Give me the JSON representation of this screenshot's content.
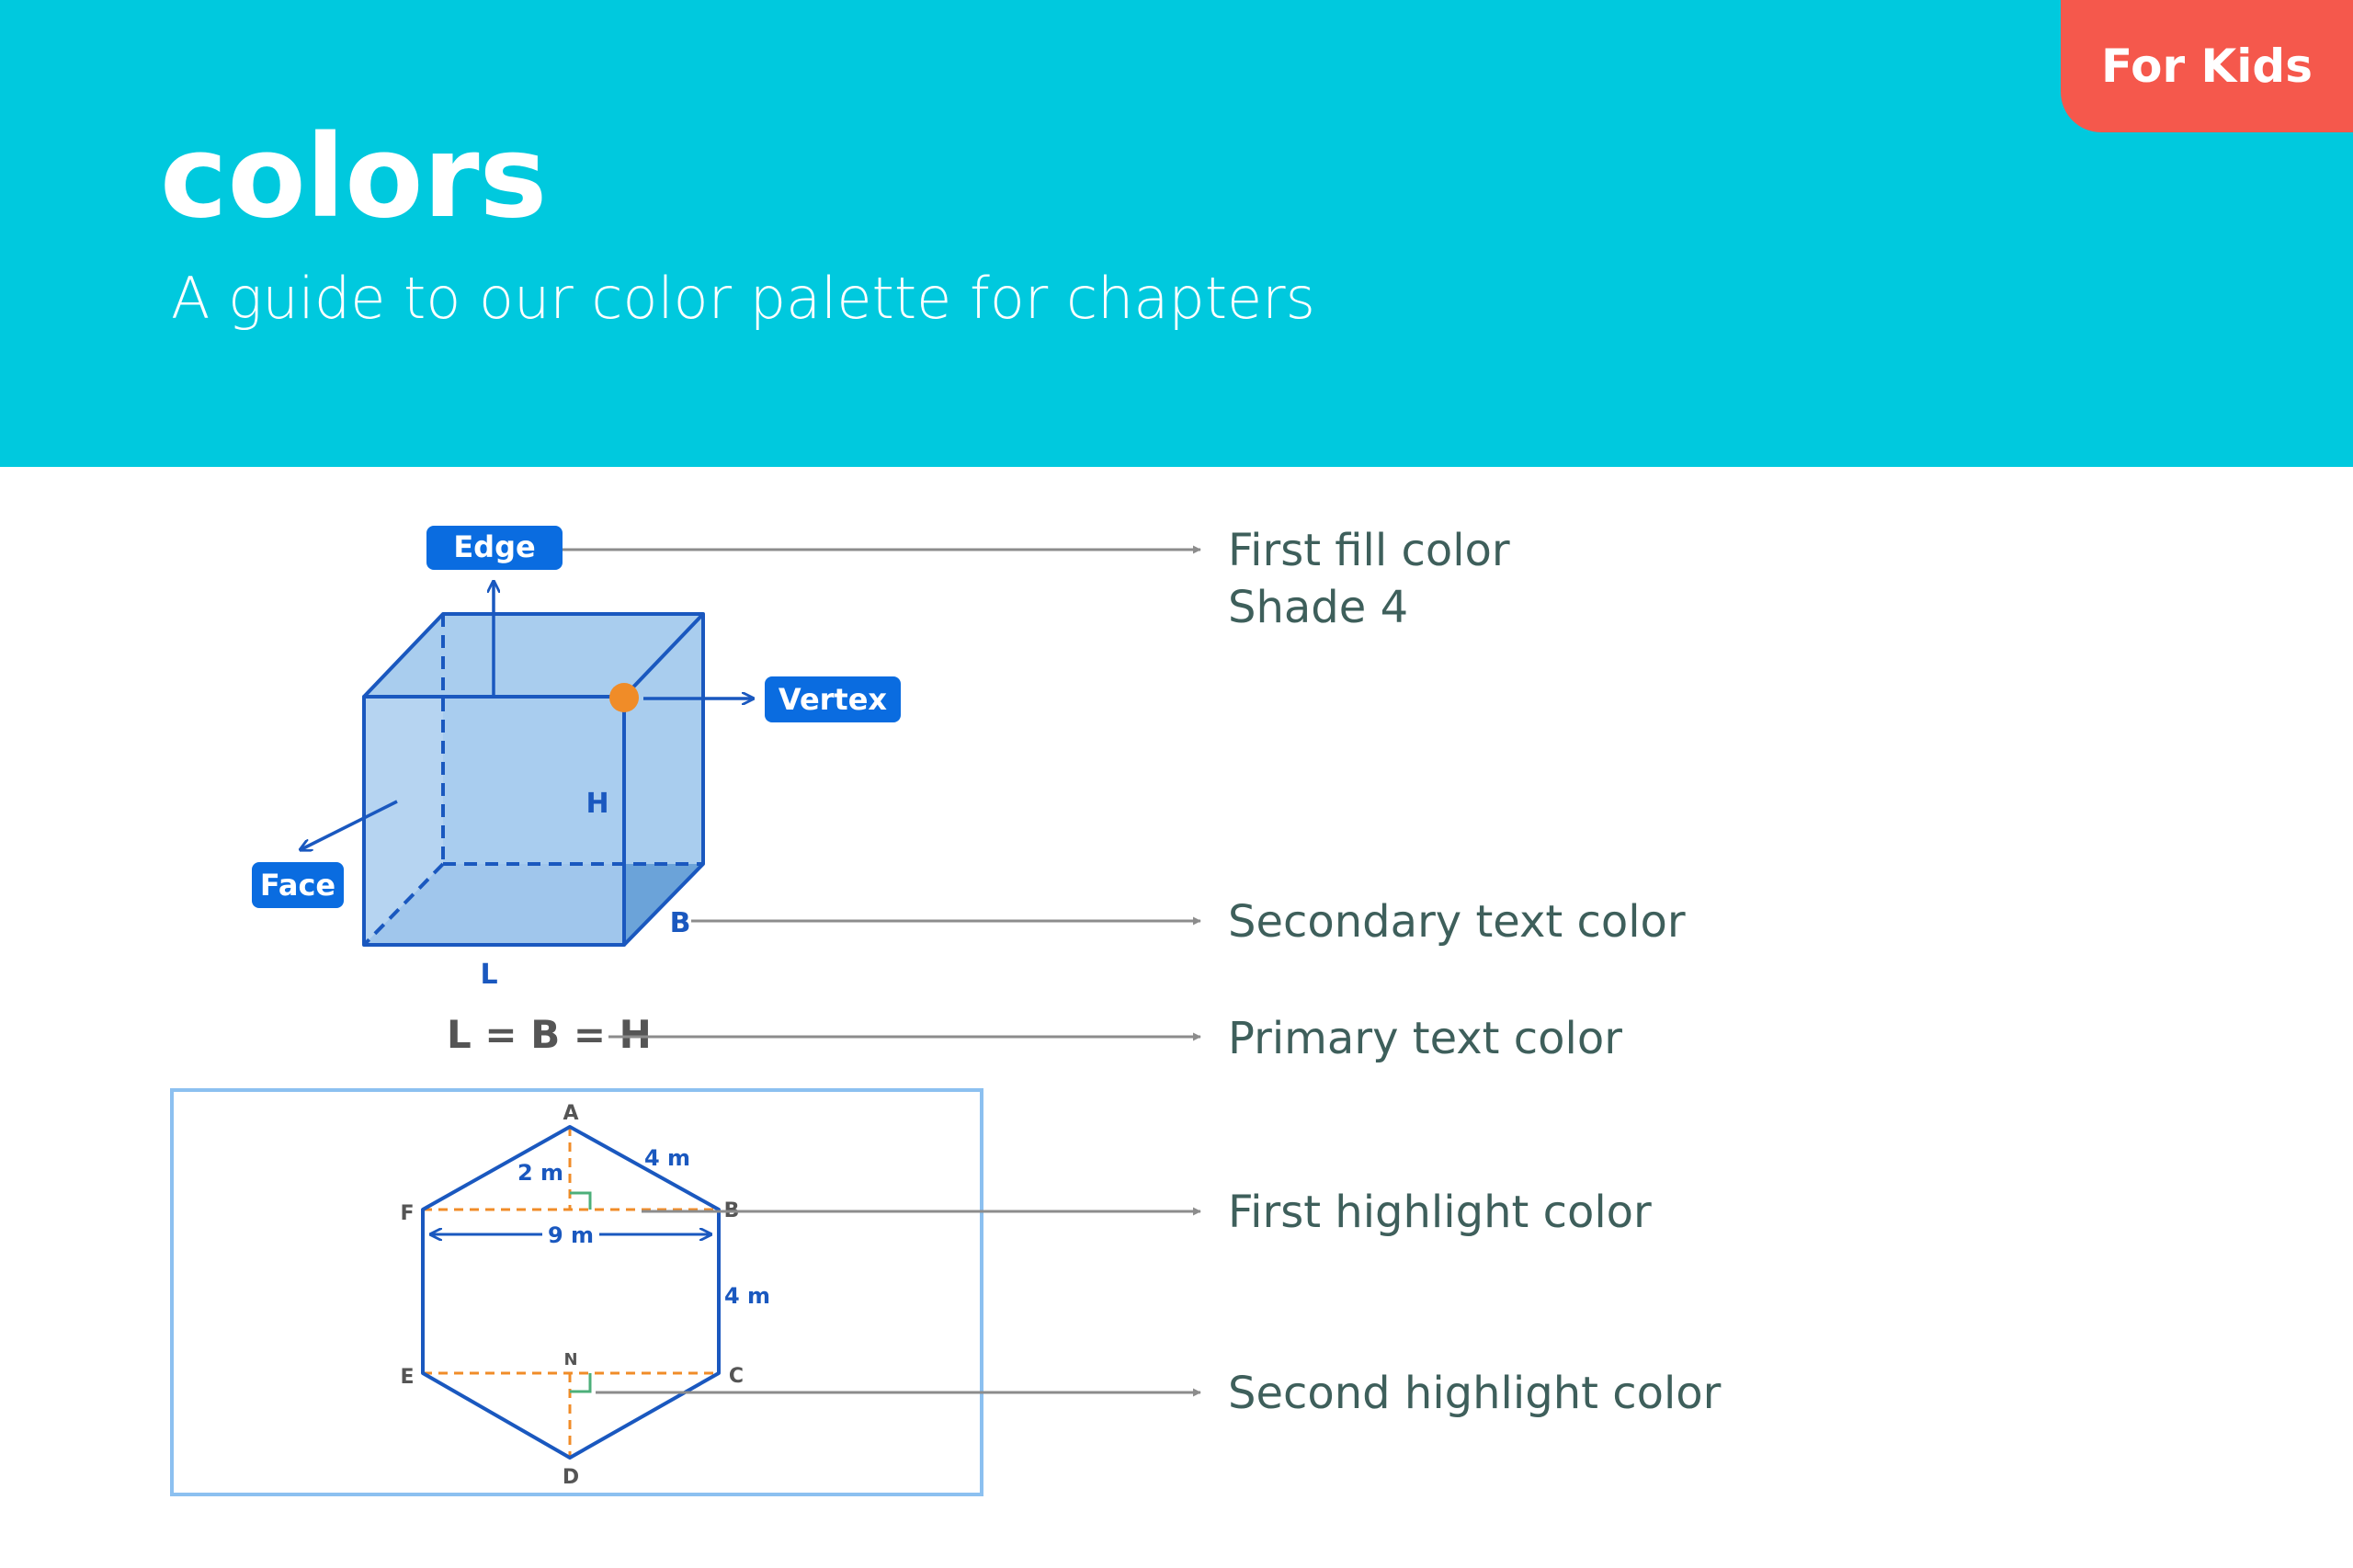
{
  "header": {
    "title": "colors",
    "subtitle": "A guide to our color palette for chapters",
    "badge": "For Kids",
    "background_color": "#00C9DE",
    "badge_color": "#F5584C"
  },
  "cube": {
    "tags": {
      "edge": "Edge",
      "vertex": "Vertex",
      "face": "Face"
    },
    "dimensions": {
      "height": "H",
      "breadth": "B",
      "length": "L"
    },
    "formula": "L = B = H",
    "face_color": "#A9CDEE",
    "bottom_color": "#6BA3D9",
    "edge_color": "#1A58BF",
    "tag_color": "#0A6CE0",
    "vertex_color": "#F08C28"
  },
  "hexagon": {
    "vertices": {
      "a": "A",
      "b": "B",
      "c": "C",
      "d": "D",
      "e": "E",
      "f": "F",
      "n": "N"
    },
    "measures": {
      "top_side": "4 m",
      "altitude": "2 m",
      "width": "9 m",
      "right_side": "4 m"
    },
    "frame_color": "#8CC0F0",
    "dash_color": "#F08C28",
    "right_angle_color": "#4CAF7A"
  },
  "legend": {
    "first_fill_line1": "First fill color",
    "first_fill_line2": "Shade 4",
    "secondary_text": "Secondary text color",
    "primary_text": "Primary text color",
    "first_highlight": "First highlight color",
    "second_highlight": "Second highlight color",
    "label_color": "#3E5F5B",
    "pointer_color": "#8C8C8C"
  }
}
